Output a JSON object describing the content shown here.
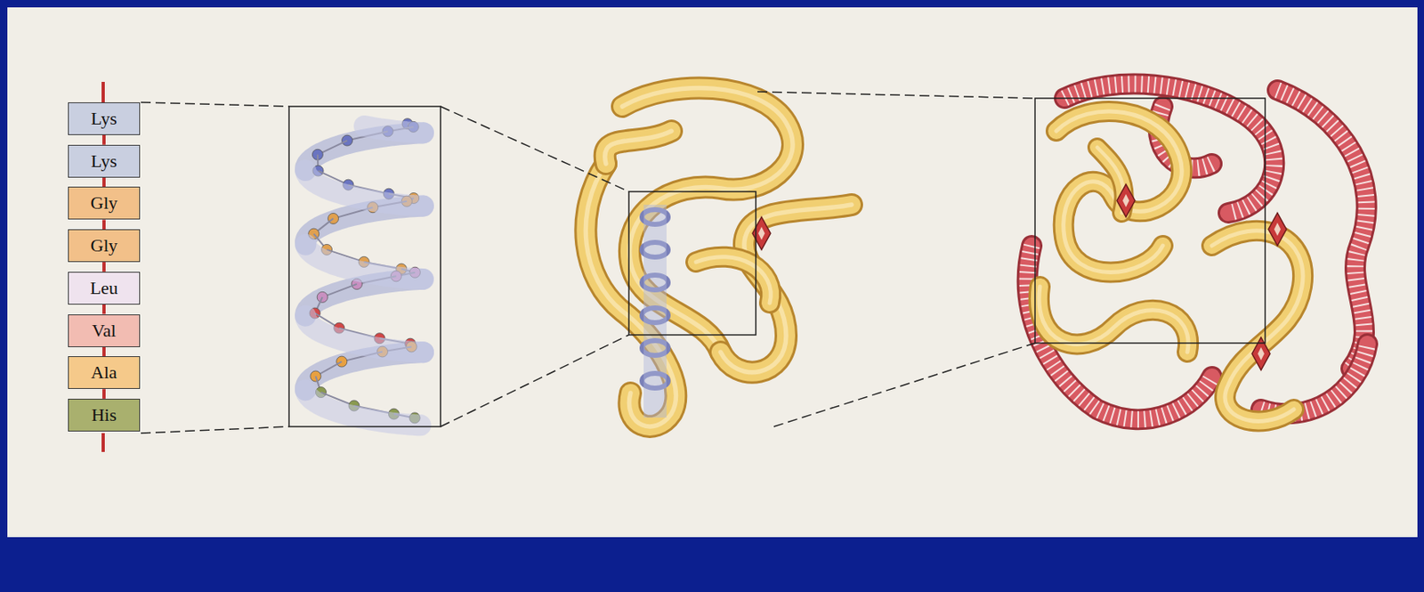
{
  "diagram": {
    "nodes": [
      {
        "text": [
          "Lys"
        ]
      },
      {
        "text": [
          "Lys"
        ]
      },
      {
        "text": [
          "Gly"
        ]
      },
      {
        "text": [
          "Gly"
        ]
      },
      {
        "text": [
          "Leu"
        ]
      },
      {
        "text": [
          "Val"
        ]
      },
      {
        "text": [
          "Ala"
        ]
      },
      {
        "text": [
          "His"
        ]
      }
    ],
    "edges": [
      {
        "from": 0,
        "to": 1,
        "arrow": "none"
      },
      {
        "from": 1,
        "to": 2,
        "arrow": "none"
      },
      {
        "from": 2,
        "to": 3,
        "arrow": "none"
      },
      {
        "from": 3,
        "to": 4,
        "arrow": "none"
      },
      {
        "from": 4,
        "to": 5,
        "arrow": "none"
      },
      {
        "from": 5,
        "to": 6,
        "arrow": "none"
      },
      {
        "from": 6,
        "to": 7,
        "arrow": "none"
      }
    ]
  }
}
